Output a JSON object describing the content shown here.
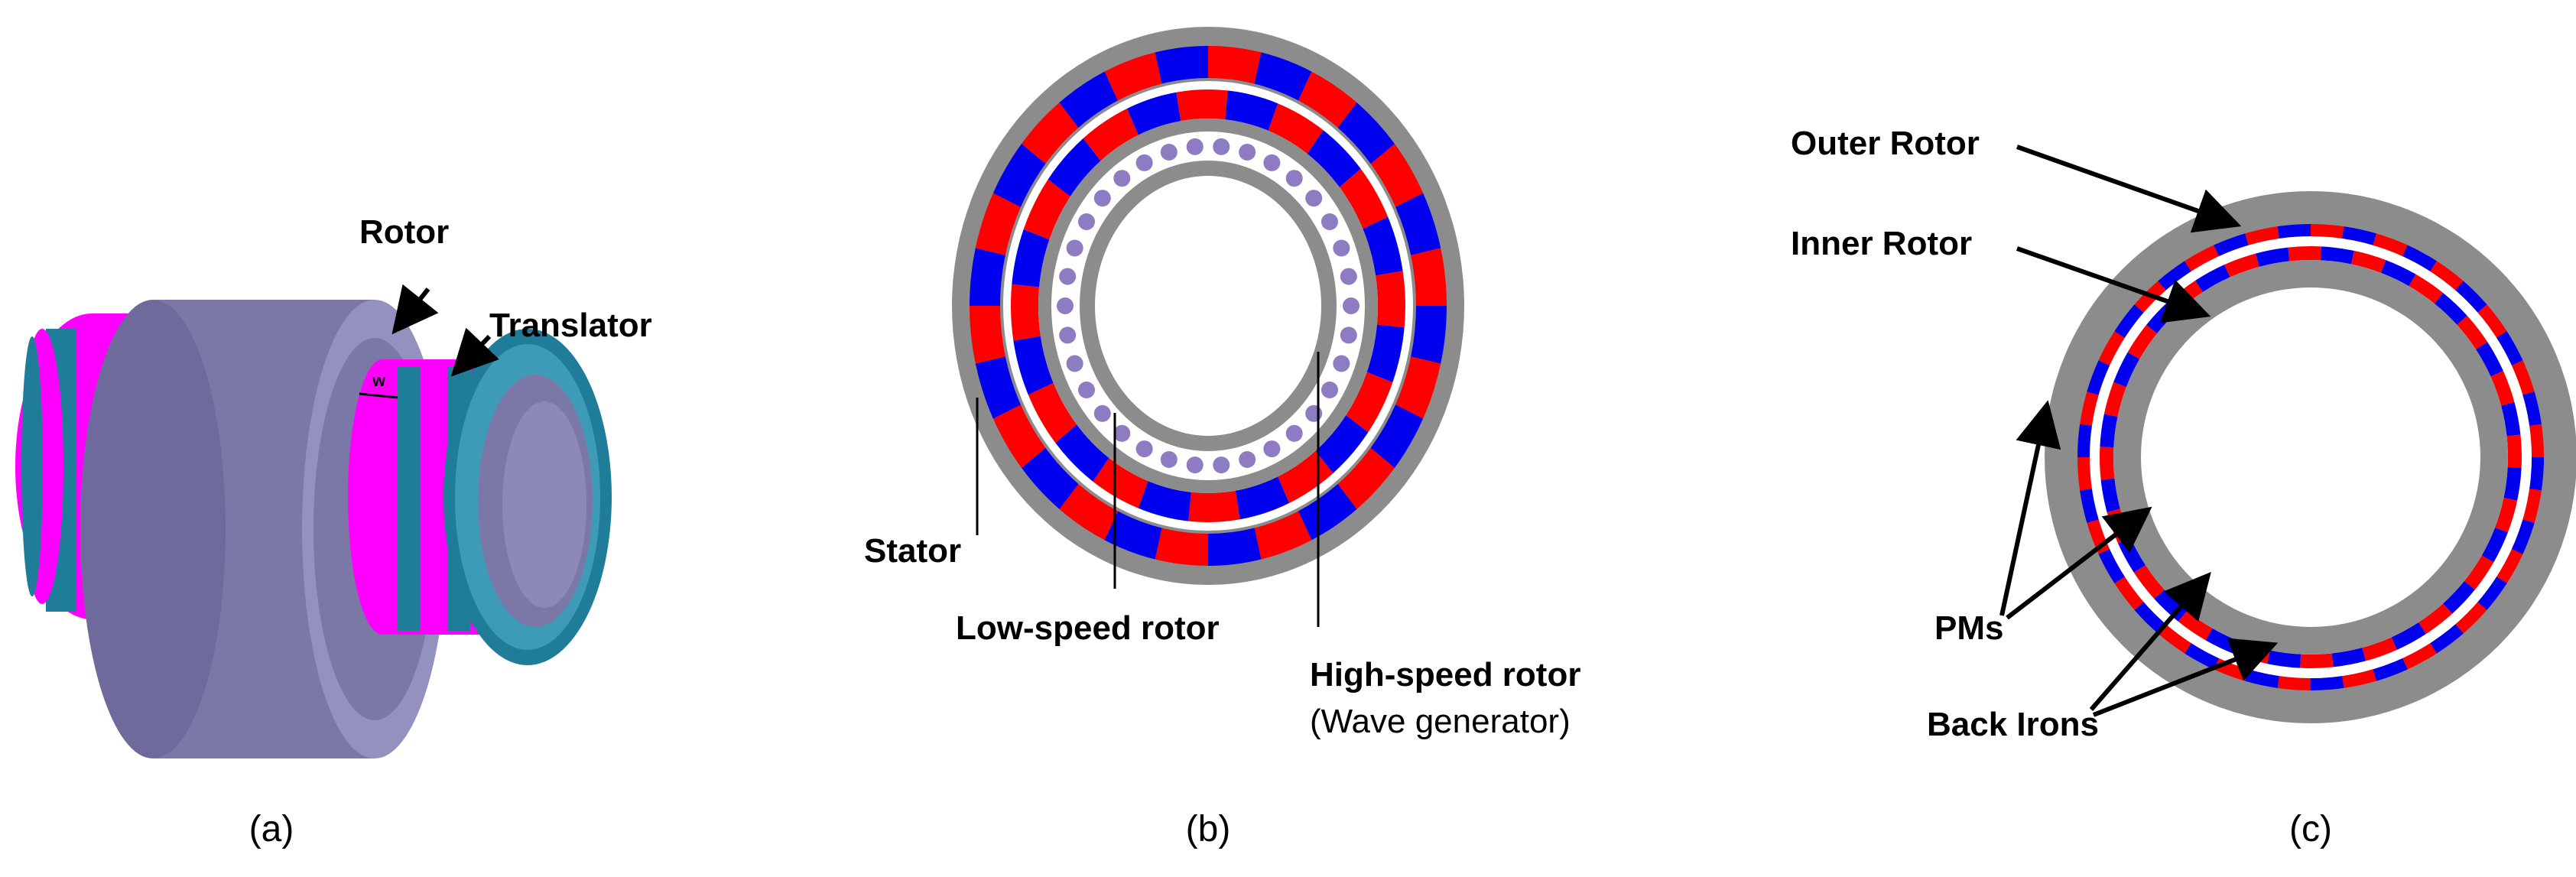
{
  "panel_a": {
    "caption": "(a)",
    "labels": {
      "rotor": "Rotor",
      "translator": "Translator",
      "gap": "w"
    },
    "colors": {
      "rotor": "#7b78a8",
      "magenta": "#ff00ff",
      "teal": "#1f7d99"
    }
  },
  "panel_b": {
    "caption": "(b)",
    "labels": {
      "stator": "Stator",
      "low_speed_rotor": "Low-speed rotor",
      "high_speed_rotor": "High-speed rotor",
      "wave_generator": "(Wave generator)"
    },
    "colors": {
      "iron": "#8c8c8c",
      "pm_red": "#ff0000",
      "pm_blue": "#0000ee",
      "pole": "#8e7cc3"
    }
  },
  "panel_c": {
    "caption": "(c)",
    "labels": {
      "outer_rotor": "Outer Rotor",
      "inner_rotor": "Inner Rotor",
      "pms": "PMs",
      "back_irons": "Back Irons"
    },
    "colors": {
      "iron": "#8c8c8c",
      "pm_red": "#ff0000",
      "pm_blue": "#0000ee"
    }
  }
}
